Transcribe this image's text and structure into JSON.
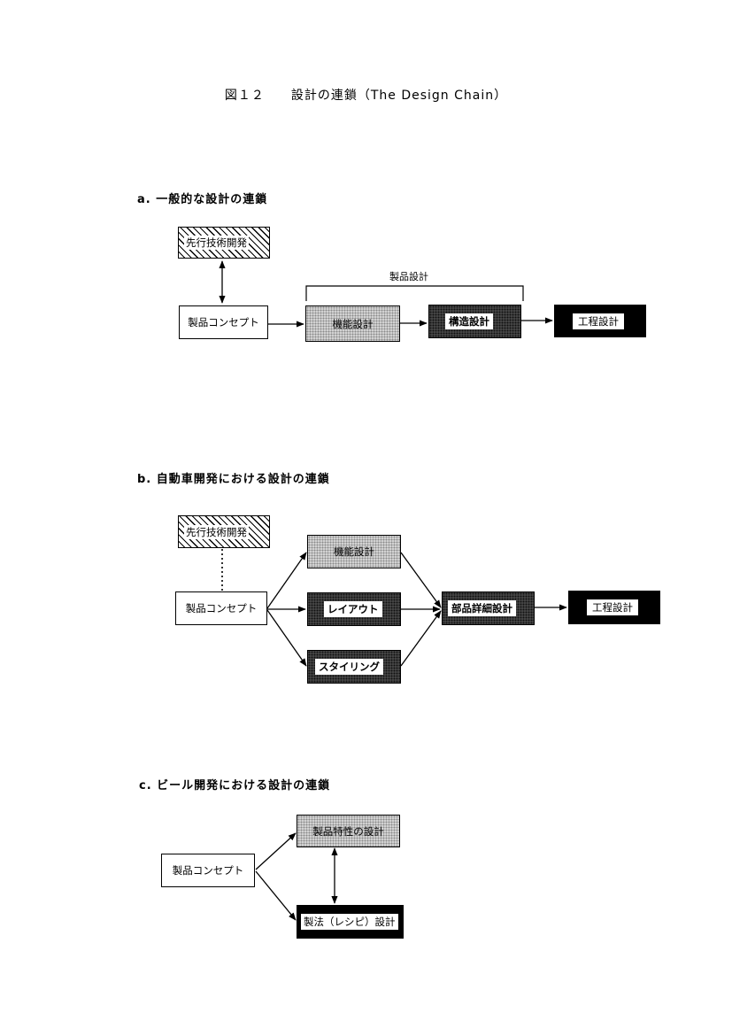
{
  "title": "図１２　　設計の連鎖（The Design Chain）",
  "a": {
    "heading": "a. 一般的な設計の連鎖",
    "advance": "先行技術開発",
    "concept": "製品コンセプト",
    "product_design_label": "製品設計",
    "functional": "機能設計",
    "structural": "構造設計",
    "process": "工程設計"
  },
  "b": {
    "heading": "b. 自動車開発における設計の連鎖",
    "advance": "先行技術開発",
    "concept": "製品コンセプト",
    "functional": "機能設計",
    "layout": "レイアウト",
    "styling": "スタイリング",
    "parts": "部品詳細設計",
    "process": "工程設計"
  },
  "c": {
    "heading": "c. ビール開発における設計の連鎖",
    "concept": "製品コンセプト",
    "characteristics": "製品特性の設計",
    "recipe": "製法（レシピ）設計"
  }
}
